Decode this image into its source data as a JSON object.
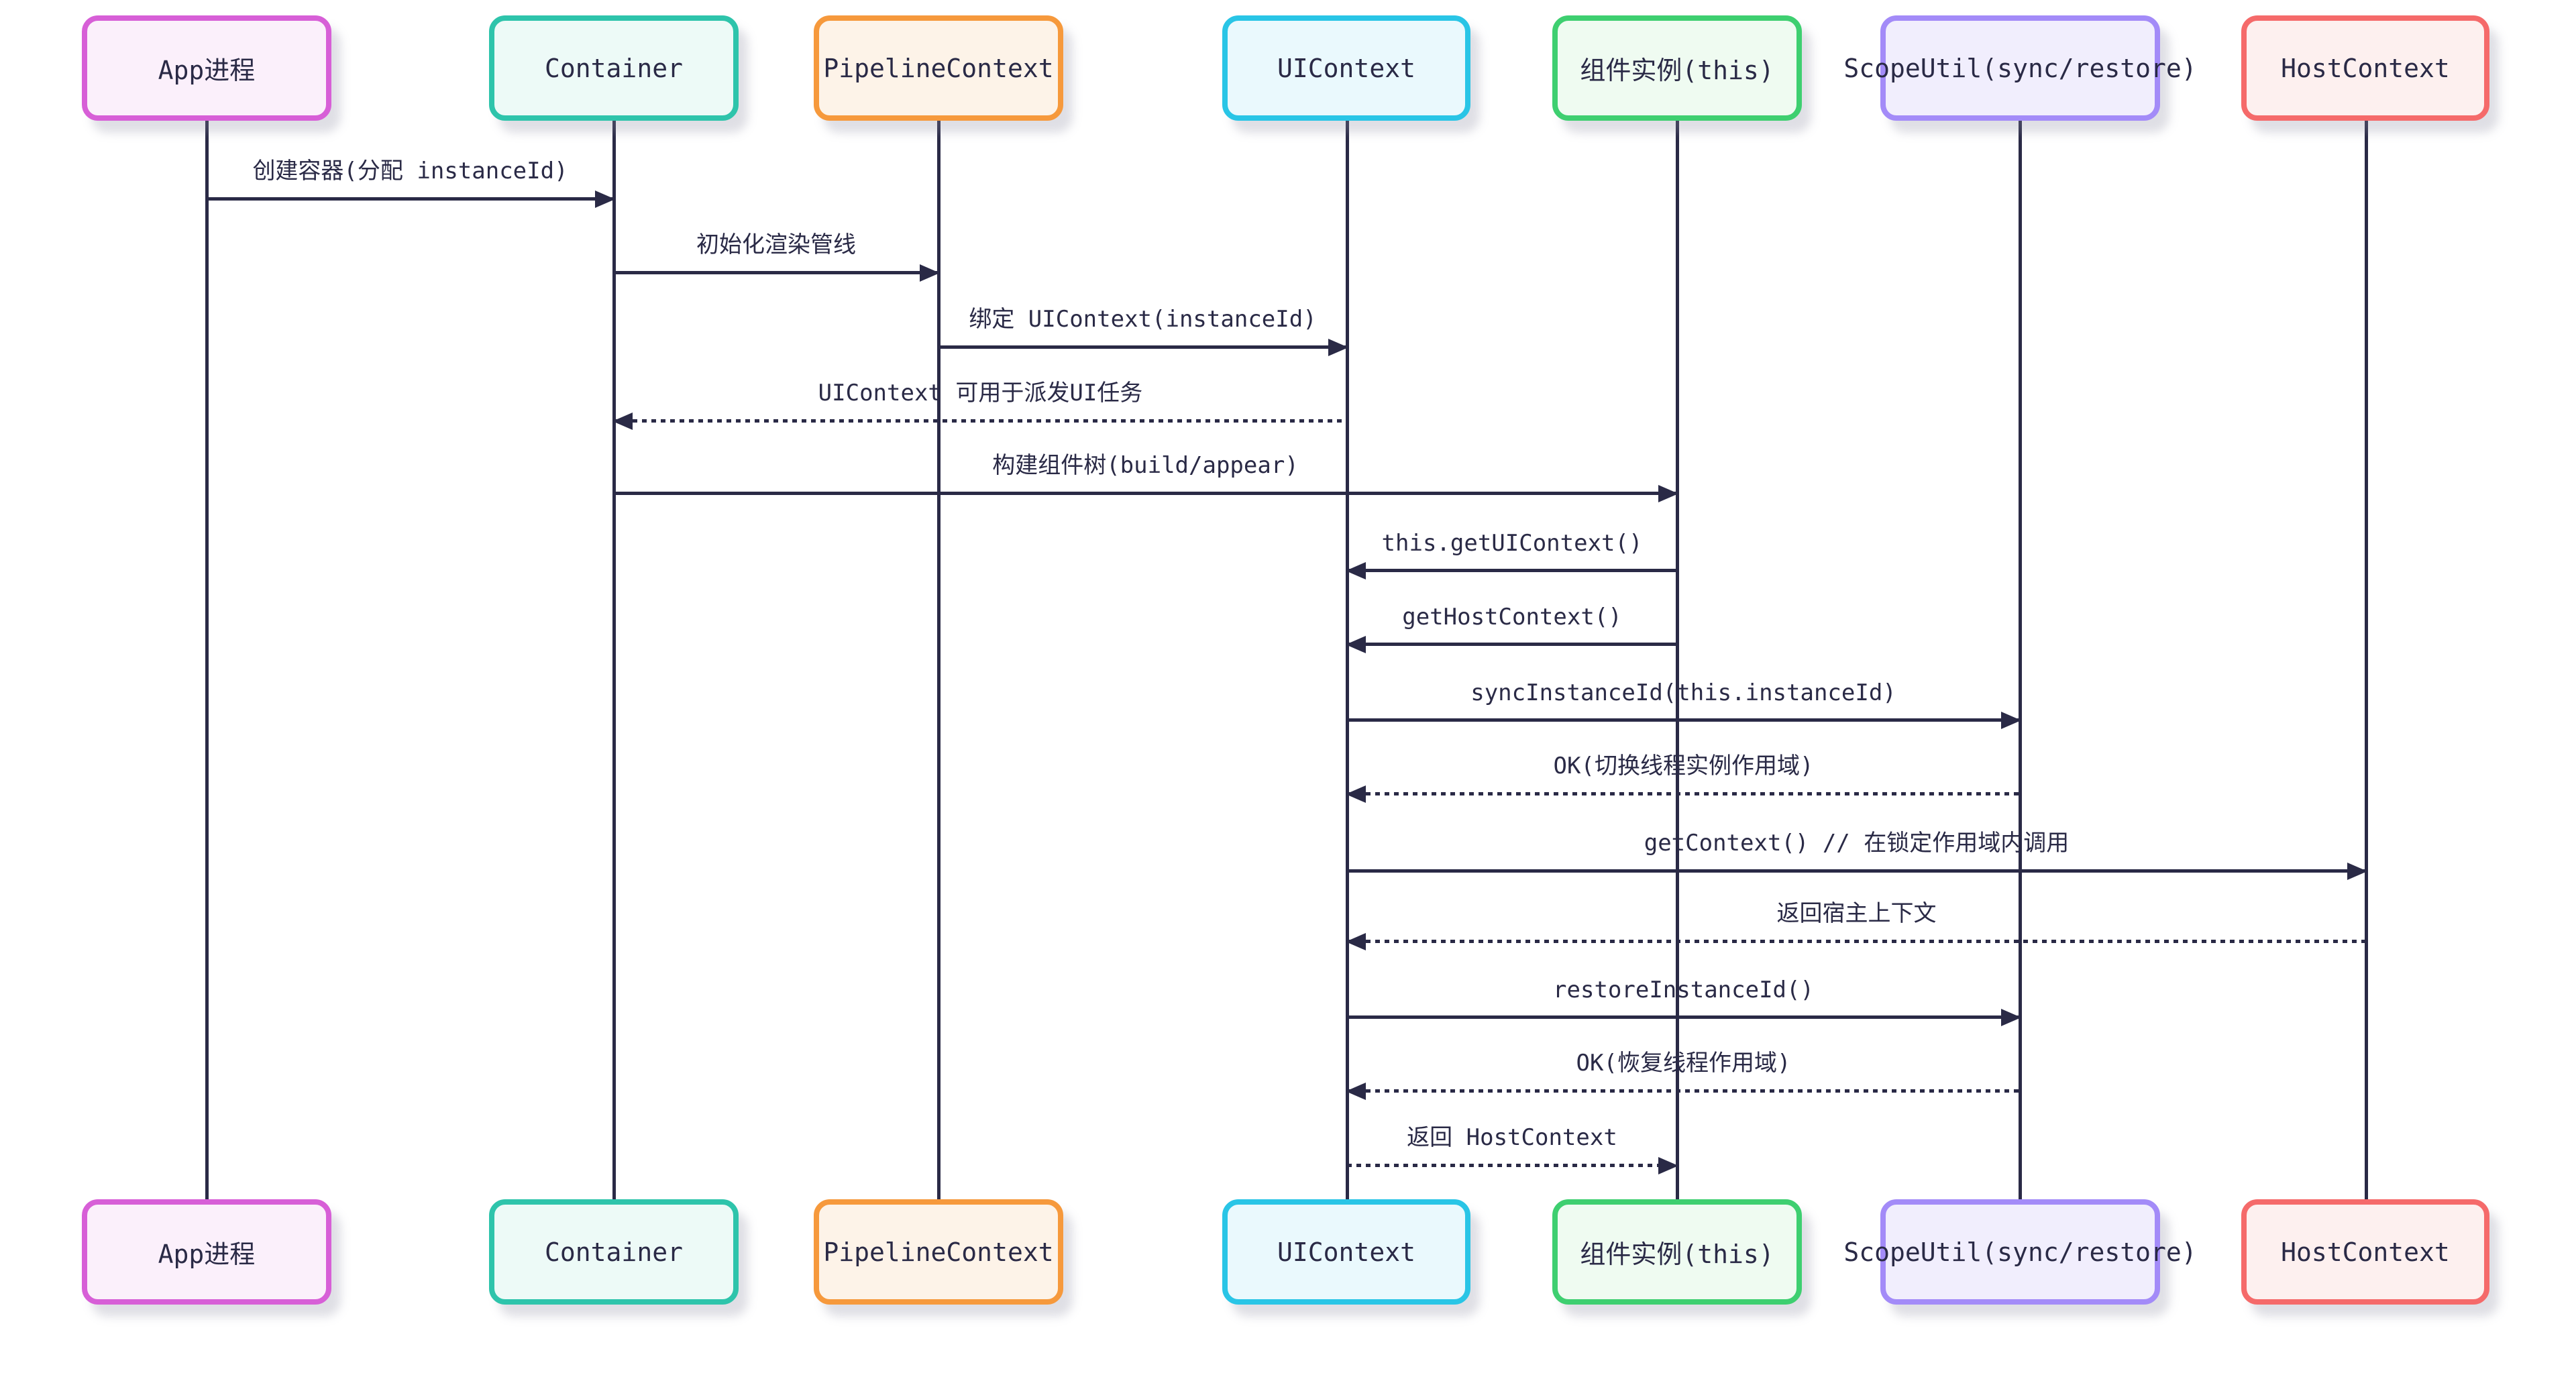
{
  "diagram": {
    "type": "sequence-diagram",
    "background_color": "#ffffff",
    "line_color": "#2a2a46",
    "text_color": "#2a2a46"
  },
  "actors": [
    {
      "name": "App进程",
      "border_color": "#d75fd7",
      "fill_color": "#fbf0fb"
    },
    {
      "name": "Container",
      "border_color": "#2ec4ab",
      "fill_color": "#edfaf7"
    },
    {
      "name": "PipelineContext",
      "border_color": "#f6993c",
      "fill_color": "#fdf3e8"
    },
    {
      "name": "UIContext",
      "border_color": "#29c5e6",
      "fill_color": "#eaf9fd"
    },
    {
      "name": "组件实例(this)",
      "border_color": "#3ecf70",
      "fill_color": "#effbf1"
    },
    {
      "name": "ScopeUtil(sync/restore)",
      "border_color": "#a38bf8",
      "fill_color": "#f1eefd"
    },
    {
      "name": "HostContext",
      "border_color": "#f56a6a",
      "fill_color": "#fdf0ef"
    }
  ],
  "messages": [
    {
      "label": "创建容器(分配 instanceId)",
      "from": "App进程",
      "to": "Container",
      "line": "solid",
      "direction": "right"
    },
    {
      "label": "初始化渲染管线",
      "from": "Container",
      "to": "PipelineContext",
      "line": "solid",
      "direction": "right"
    },
    {
      "label": "绑定 UIContext(instanceId)",
      "from": "PipelineContext",
      "to": "UIContext",
      "line": "solid",
      "direction": "right"
    },
    {
      "label": "UIContext 可用于派发UI任务",
      "from": "UIContext",
      "to": "Container",
      "line": "dashed",
      "direction": "left"
    },
    {
      "label": "构建组件树(build/appear)",
      "from": "Container",
      "to": "组件实例(this)",
      "line": "solid",
      "direction": "right"
    },
    {
      "label": "this.getUIContext()",
      "from": "组件实例(this)",
      "to": "UIContext",
      "line": "solid",
      "direction": "left"
    },
    {
      "label": "getHostContext()",
      "from": "组件实例(this)",
      "to": "UIContext",
      "line": "solid",
      "direction": "left"
    },
    {
      "label": "syncInstanceId(this.instanceId)",
      "from": "UIContext",
      "to": "ScopeUtil(sync/restore)",
      "line": "solid",
      "direction": "right"
    },
    {
      "label": "OK(切换线程实例作用域)",
      "from": "ScopeUtil(sync/restore)",
      "to": "UIContext",
      "line": "dashed",
      "direction": "left"
    },
    {
      "label": "getContext() // 在锁定作用域内调用",
      "from": "UIContext",
      "to": "HostContext",
      "line": "solid",
      "direction": "right"
    },
    {
      "label": "返回宿主上下文",
      "from": "HostContext",
      "to": "UIContext",
      "line": "dashed",
      "direction": "left"
    },
    {
      "label": "restoreInstanceId()",
      "from": "UIContext",
      "to": "ScopeUtil(sync/restore)",
      "line": "solid",
      "direction": "right"
    },
    {
      "label": "OK(恢复线程作用域)",
      "from": "ScopeUtil(sync/restore)",
      "to": "UIContext",
      "line": "dashed",
      "direction": "left"
    },
    {
      "label": "返回 HostContext",
      "from": "UIContext",
      "to": "组件实例(this)",
      "line": "dashed",
      "direction": "right"
    }
  ]
}
